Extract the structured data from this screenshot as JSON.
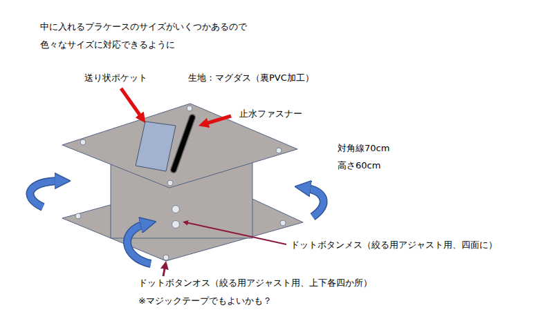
{
  "diagram": {
    "labels": [
      "中に入れるプラケースのサイズがいくつかあるので 色々なサイズに対応できるように",
      "送り状ポケット",
      "生地：マグダス（裏PVC加工）",
      "止水ファスナー",
      "対角線70cm",
      "高さ60cm",
      "ドットボタンメス（絞る用アジャスト用、四面に）",
      "ドットボタンオス（絞る用アジャスト用、上下各四か所）",
      "※マジックテープでもよいかも？"
    ]
  }
}
